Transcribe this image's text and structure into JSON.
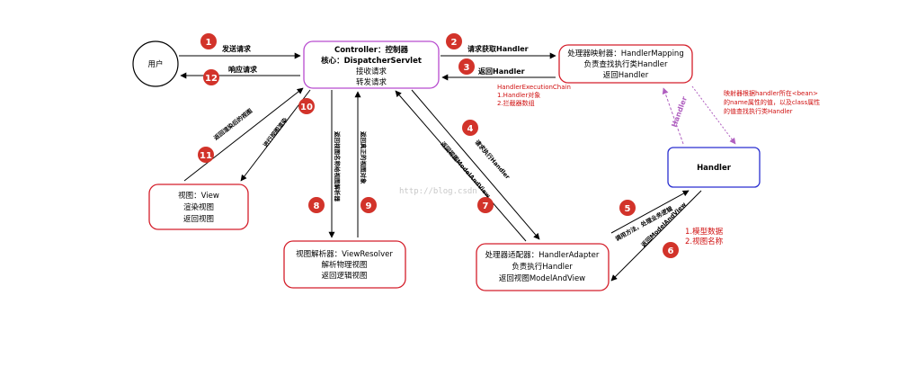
{
  "nodes": {
    "user": {
      "label": "用户"
    },
    "controller": {
      "lines": [
        "Controller：控制器",
        "核心：DispatcherServlet",
        "接收请求",
        "转发请求"
      ]
    },
    "handler_mapping": {
      "lines": [
        "处理器映射器：HandlerMapping",
        "负责查找执行类Handler",
        "返回Handler"
      ]
    },
    "handler": {
      "label": "Handler"
    },
    "handler_adapter": {
      "lines": [
        "处理器适配器：HandlerAdapter",
        "负责执行Handler",
        "返回视图ModelAndView"
      ]
    },
    "view_resolver": {
      "lines": [
        "视图解析器：ViewResolver",
        "解析物理视图",
        "返回逻辑视图"
      ]
    },
    "view": {
      "lines": [
        "视图：View",
        "渲染视图",
        "返回视图"
      ]
    }
  },
  "edges": {
    "e1": "发送请求",
    "e2": "请求获取Handler",
    "e3": "返回Handler",
    "e4": "请求执行Handler",
    "e5": "调用方法，处理业务逻辑",
    "e6": "返回ModelAndView",
    "e7": "返回视图ModelAndView",
    "e8": "返回视图名称给视图解析器",
    "e9": "返回真正的视图对象",
    "e10": "进行视图渲染",
    "e11": "返回渲染后的视图",
    "e12": "响应请求",
    "mapping_handler": "Handler"
  },
  "steps": [
    "1",
    "2",
    "3",
    "4",
    "5",
    "6",
    "7",
    "8",
    "9",
    "10",
    "11",
    "12"
  ],
  "notes": {
    "execution_chain": [
      "HandlerExecutionChain",
      "1.Handler对象",
      "2.拦截器数组"
    ],
    "model_view": [
      "1.模型数据",
      "2.视图名称"
    ],
    "mapping_lookup": [
      "映射器根据handler所在<bean>",
      "的name属性的值，以及class属性",
      "的值查找执行类Handler"
    ]
  },
  "watermark": "http://blog.csdn",
  "colors": {
    "node_red": "#d41e2a",
    "node_purple": "#b84ccf",
    "node_blue": "#2a2fd0",
    "step_fill": "#d2332a",
    "note_red": "#d01010",
    "dashed_purple": "#b060c0"
  }
}
